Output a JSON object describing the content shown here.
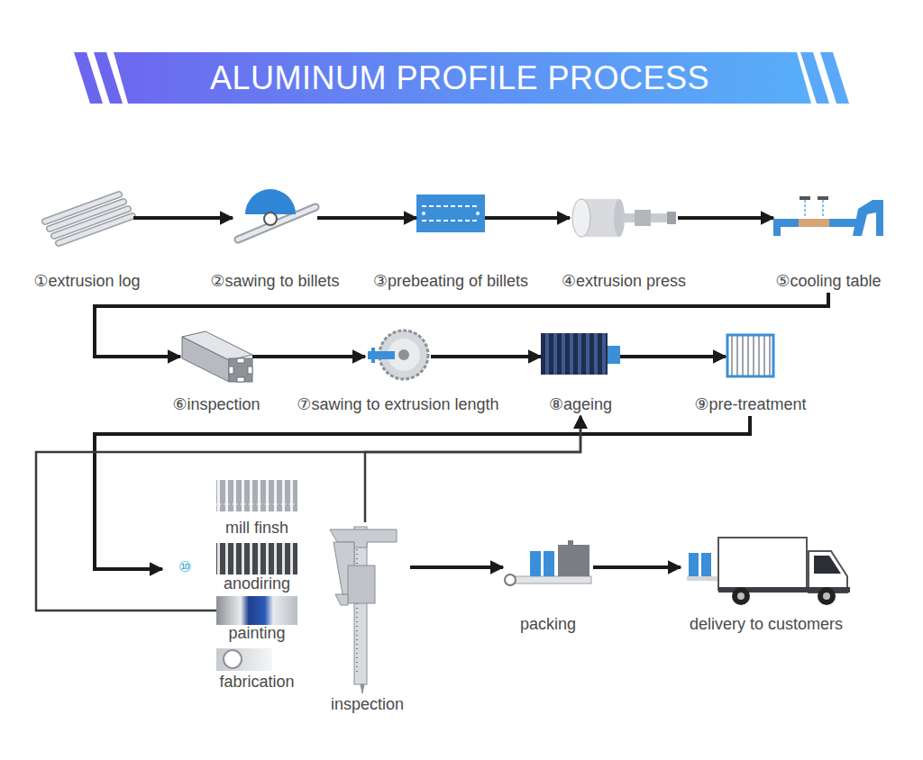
{
  "diagram": {
    "title": "ALUMINUM PROFILE PROCESS",
    "nodes": [
      {
        "text": [
          "①extrusion log"
        ]
      },
      {
        "text": [
          "②sawing to billets"
        ]
      },
      {
        "text": [
          "③prebeating of billets"
        ]
      },
      {
        "text": [
          "④extrusion press"
        ]
      },
      {
        "text": [
          "⑤cooling table"
        ]
      },
      {
        "text": [
          "⑥inspection"
        ]
      },
      {
        "text": [
          "⑦sawing to extrusion length"
        ]
      },
      {
        "text": [
          "⑧ageing"
        ]
      },
      {
        "text": [
          "⑨pre-treatment"
        ]
      },
      {
        "text": [
          "⑩"
        ]
      },
      {
        "text": [
          "mill finsh"
        ],
        "in": 9
      },
      {
        "text": [
          "anodiring"
        ],
        "in": 9
      },
      {
        "text": [
          "painting"
        ],
        "in": 9
      },
      {
        "text": [
          "fabrication"
        ],
        "in": 9
      },
      {
        "text": [
          "inspection"
        ]
      },
      {
        "text": [
          "packing"
        ]
      },
      {
        "text": [
          "delivery to customers"
        ]
      }
    ],
    "edges": [
      {
        "from": 0,
        "to": 1,
        "arrow": "to"
      },
      {
        "from": 1,
        "to": 2,
        "arrow": "to"
      },
      {
        "from": 2,
        "to": 3,
        "arrow": "to"
      },
      {
        "from": 3,
        "to": 4,
        "arrow": "to"
      },
      {
        "from": 4,
        "to": 5,
        "arrow": "to"
      },
      {
        "from": 5,
        "to": 6,
        "arrow": "to"
      },
      {
        "from": 6,
        "to": 7,
        "arrow": "to"
      },
      {
        "from": 7,
        "to": 8,
        "arrow": "to"
      },
      {
        "from": 8,
        "to": 9,
        "arrow": "to"
      },
      {
        "from": 12,
        "to": 7,
        "arrow": "to"
      },
      {
        "from": 14,
        "to": 7,
        "arrow": "to"
      },
      {
        "from": 14,
        "to": 15,
        "arrow": "to"
      },
      {
        "from": 15,
        "to": 16,
        "arrow": "to"
      }
    ]
  }
}
